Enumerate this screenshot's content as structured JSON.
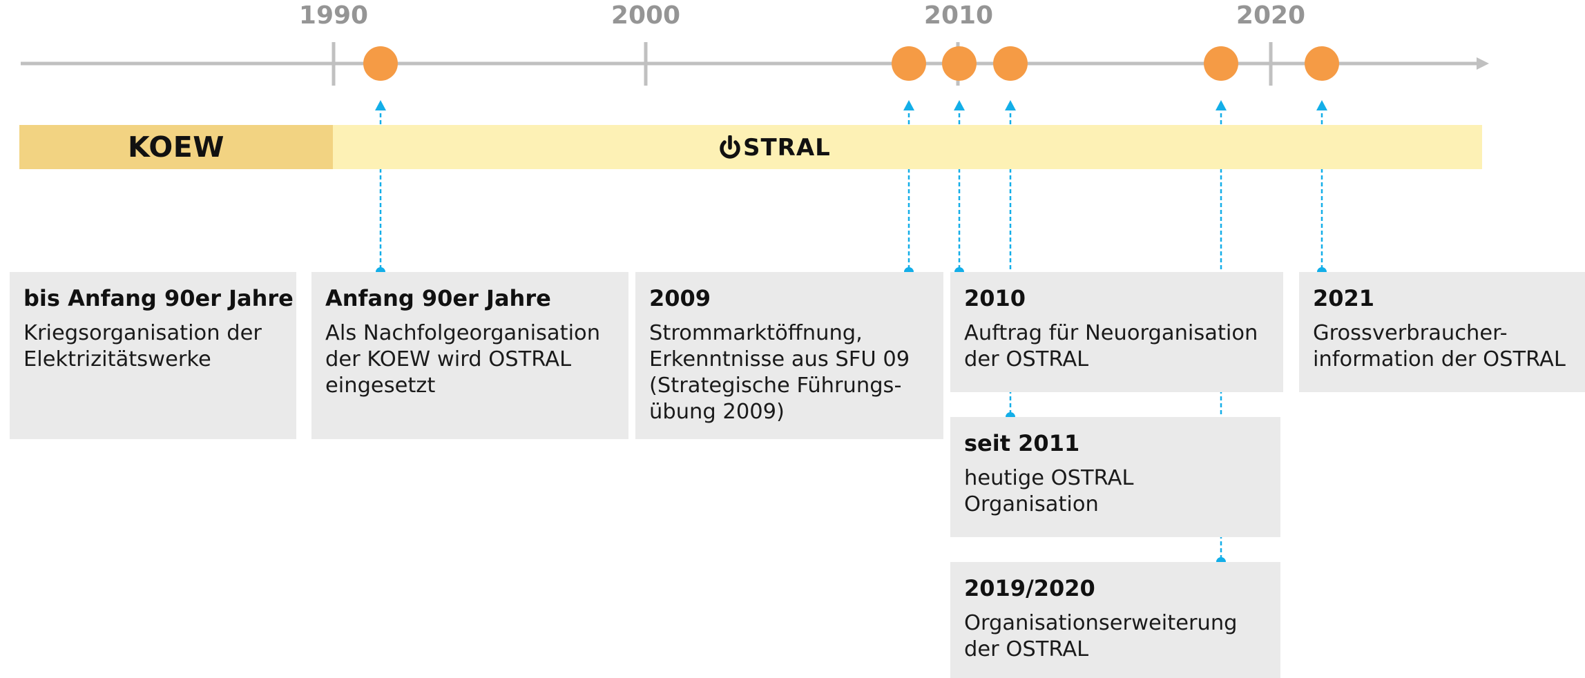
{
  "timeline": {
    "years": [
      "1990",
      "2000",
      "2010",
      "2020"
    ]
  },
  "bands": {
    "koew": "KOEW",
    "ostral_logo": "STRAL"
  },
  "cards": [
    {
      "title": "bis Anfang 90er Jahre",
      "text": "Kriegsorganisation der\nElektrizitätswerke"
    },
    {
      "title": "Anfang 90er Jahre",
      "text": "Als Nachfolgeorganisation\nder KOEW wird OSTRAL\neingesetzt"
    },
    {
      "title": "2009",
      "text": "Strommarktöffnung,\nErkenntnisse aus SFU 09\n(Strategische Führungs-\nübung 2009)"
    },
    {
      "title": "2010",
      "text": "Auftrag für Neuorganisation\nder OSTRAL"
    },
    {
      "title": "2021",
      "text": "Grossverbraucher-\ninformation der OSTRAL"
    },
    {
      "title": "seit 2011",
      "text": "heutige OSTRAL\nOrganisation"
    },
    {
      "title": "2019/2020",
      "text": "Organisationserweiterung\nder OSTRAL"
    }
  ],
  "colors": {
    "axis": "#c0c0c0",
    "milestone": "#f59b45",
    "connector": "#13aee8",
    "koew_band": "#f2d382",
    "ostral_band": "#fdf1b5",
    "card": "#eaeaea",
    "year_label": "#959595"
  }
}
